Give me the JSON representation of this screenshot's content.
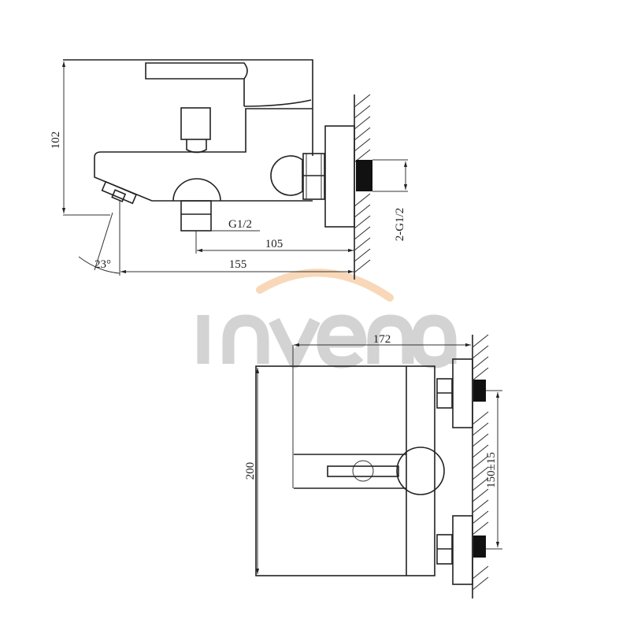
{
  "watermark": {
    "text": "inveno",
    "gray": "#d3d3d3",
    "orange": "#f5c89a"
  },
  "side_view": {
    "height_label": "102",
    "outlet_thread_label": "G1/2",
    "outlet_distance_label": "105",
    "depth_label": "155",
    "angle_label": "23°",
    "inlet_thread_label": "2-G1/2"
  },
  "front_view": {
    "width_label": "172",
    "height_label": "200",
    "inlet_spacing_label": "150±15"
  }
}
